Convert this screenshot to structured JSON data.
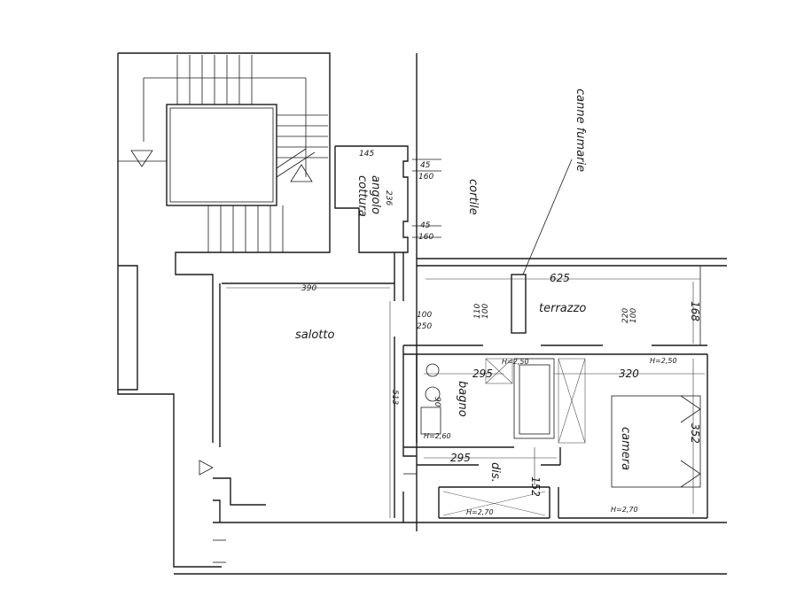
{
  "rooms": {
    "salotto": "salotto",
    "terrazzo": "terrazzo",
    "cortile": "cortile",
    "bagno": "bagno",
    "camera": "camera",
    "dis": "dis.",
    "angolo_cottura": [
      "angolo",
      "cottura"
    ]
  },
  "notes": {
    "canne_fumarie": "canne fumarie"
  },
  "dimensions": {
    "d145": "145",
    "d236": "236",
    "d45a": "45",
    "d160a": "160",
    "d45b": "45",
    "d160b": "160",
    "d390": "390",
    "d625": "625",
    "d168": "168",
    "d100a": "100",
    "d250": "250",
    "d100b": "100",
    "d110": "110",
    "d100c": "100",
    "d220": "220",
    "d513": "513",
    "d295a": "295",
    "d320": "320",
    "d352": "352",
    "d295b": "295",
    "d152": "152",
    "d90": "90"
  },
  "heights": {
    "h250a": "H=2,50",
    "h250b": "H=2,50",
    "h260": "H=2,60",
    "h270a": "H=2,70",
    "h270b": "H=2,70"
  }
}
